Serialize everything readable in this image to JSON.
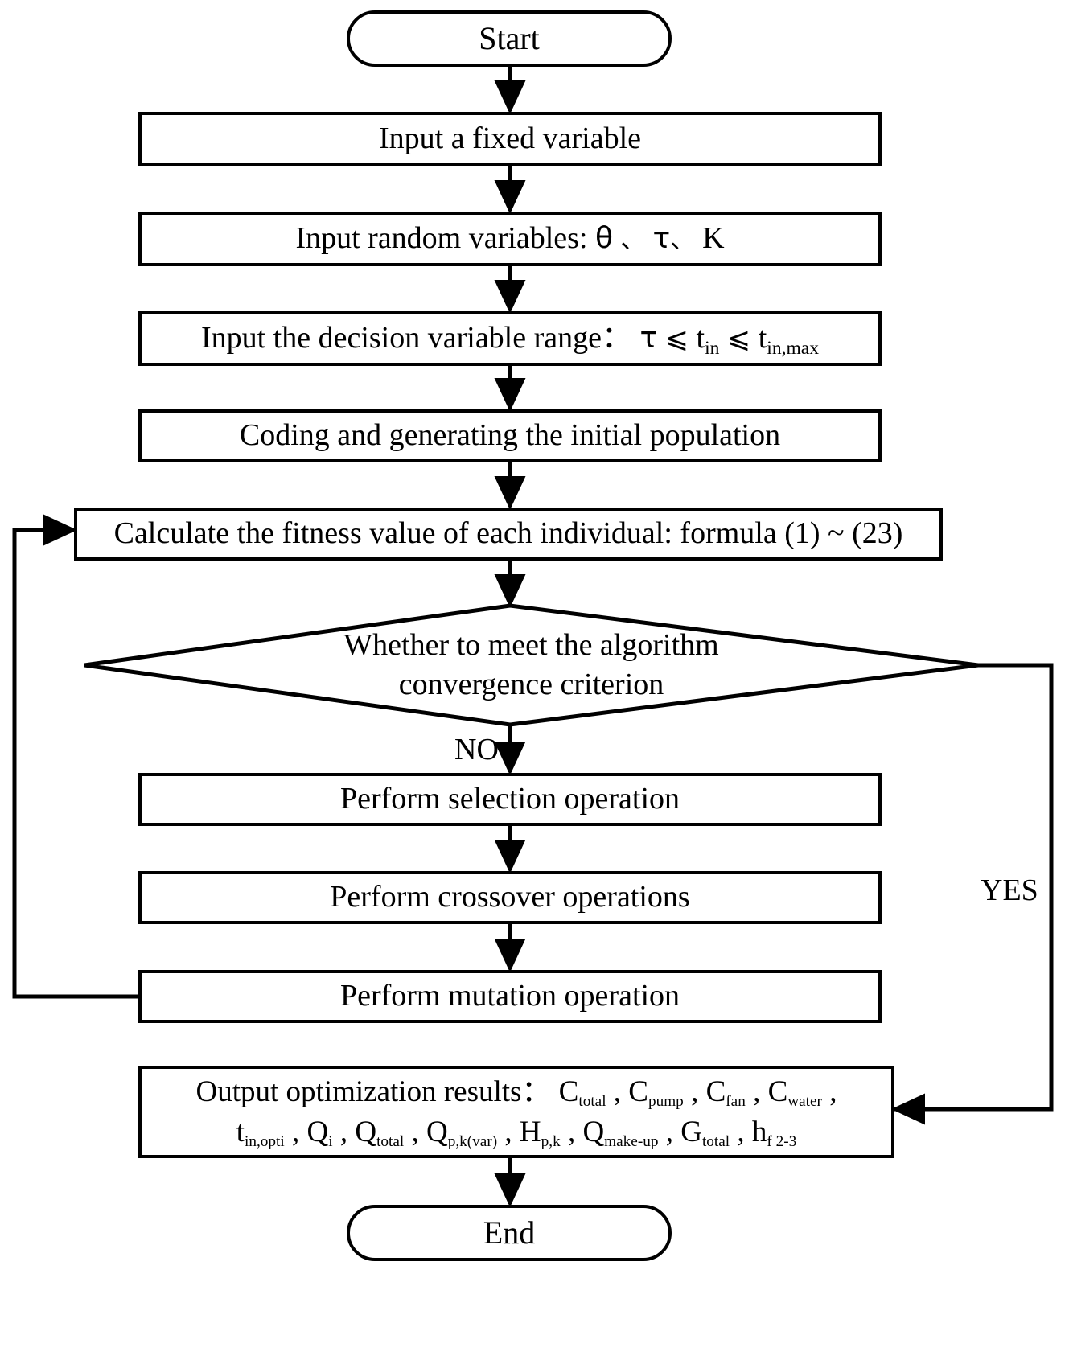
{
  "diagram": {
    "type": "flowchart",
    "title": "Genetic algorithm optimization flowchart",
    "stroke_color": "#000000",
    "fill_color": "#ffffff",
    "background": "#ffffff"
  },
  "nodes": {
    "start": {
      "label": "Start",
      "shape": "terminator"
    },
    "input_fixed": {
      "label": "Input a fixed variable",
      "shape": "process"
    },
    "input_random": {
      "prefix": "Input random variables:",
      "var1": "θ",
      "sep1": "、",
      "var2": "τ",
      "sep2": "、",
      "var3": "K",
      "shape": "process"
    },
    "input_range": {
      "prefix": "Input the decision variable range：",
      "tau": "τ",
      "le1": "⩽",
      "t_in": "t",
      "t_in_sub": "in",
      "le2": "⩽",
      "t_max": "t",
      "t_max_sub": "in,max",
      "shape": "process"
    },
    "coding": {
      "label": "Coding and generating the initial population",
      "shape": "process"
    },
    "fitness": {
      "label": "Calculate the fitness value of each individual: formula (1) ~ (23)",
      "shape": "process"
    },
    "decision": {
      "line1": "Whether to meet the algorithm",
      "line2": "convergence criterion",
      "shape": "decision"
    },
    "selection": {
      "label": "Perform selection operation",
      "shape": "process"
    },
    "crossover": {
      "label": "Perform crossover operations",
      "shape": "process"
    },
    "mutation": {
      "label": "Perform mutation operation",
      "shape": "process"
    },
    "output": {
      "prefix": "Output optimization results：",
      "line1_items": [
        {
          "base": "C",
          "sub": "total"
        },
        {
          "base": "C",
          "sub": "pump"
        },
        {
          "base": "C",
          "sub": "fan"
        },
        {
          "base": "C",
          "sub": "water"
        }
      ],
      "line2_items": [
        {
          "base": "t",
          "sub": "in,opti"
        },
        {
          "base": "Q",
          "sub": "i"
        },
        {
          "base": "Q",
          "sub": "total"
        },
        {
          "base": "Q",
          "sub": "p,k(var)"
        },
        {
          "base": "H",
          "sub": "p,k"
        },
        {
          "base": "Q",
          "sub": "make-up"
        },
        {
          "base": "G",
          "sub": "total"
        },
        {
          "base": "h",
          "sub": "f 2-3"
        }
      ],
      "separator": ",",
      "shape": "process"
    },
    "end": {
      "label": "End",
      "shape": "terminator"
    }
  },
  "edge_labels": {
    "no": "NO",
    "yes": "YES"
  }
}
